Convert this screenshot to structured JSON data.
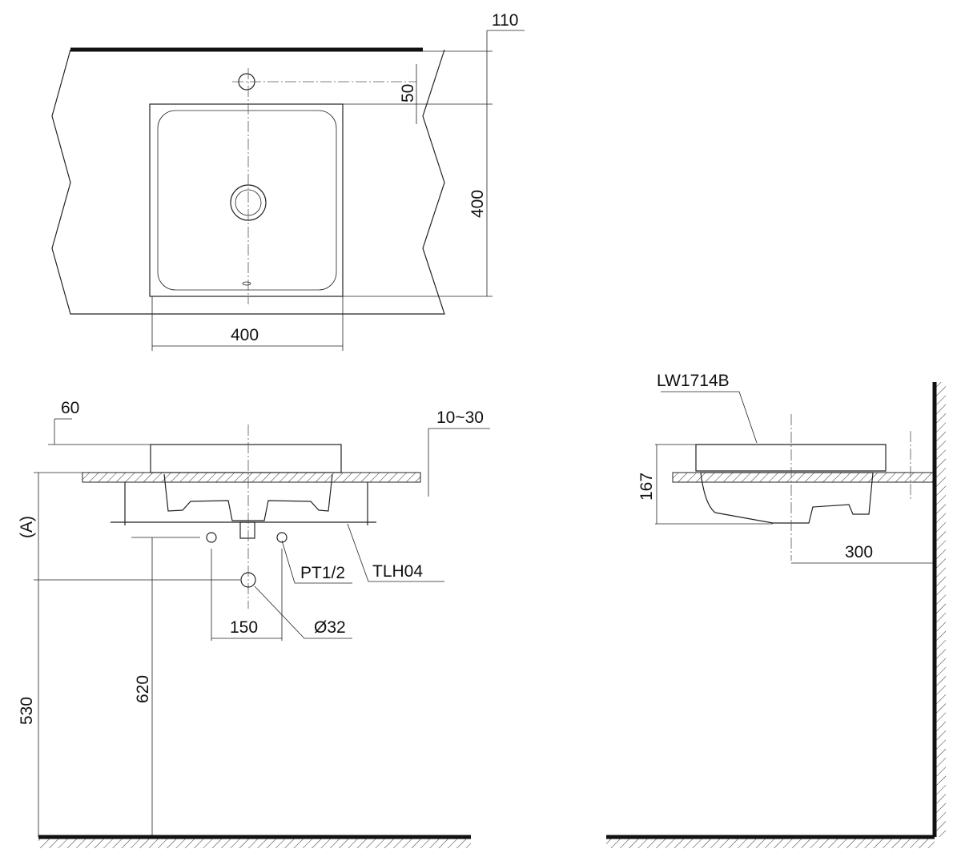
{
  "top_view": {
    "dim_tap_offset": "110",
    "dim_tap_to_basin": "50",
    "dim_depth": "400",
    "dim_width": "400"
  },
  "front_view": {
    "dim_rim_height": "60",
    "dim_counter_thickness": "10~30",
    "dim_a": "(A)",
    "label_supply": "PT1/2",
    "label_bracket": "TLH04",
    "dim_supply_spacing": "150",
    "label_drain": "Ø32",
    "dim_supply_height": "620",
    "dim_drain_height": "530"
  },
  "side_view": {
    "model": "LW1714B",
    "dim_height": "167",
    "dim_wall_offset": "300"
  },
  "colors": {
    "line": "#222222",
    "background": "#ffffff"
  }
}
